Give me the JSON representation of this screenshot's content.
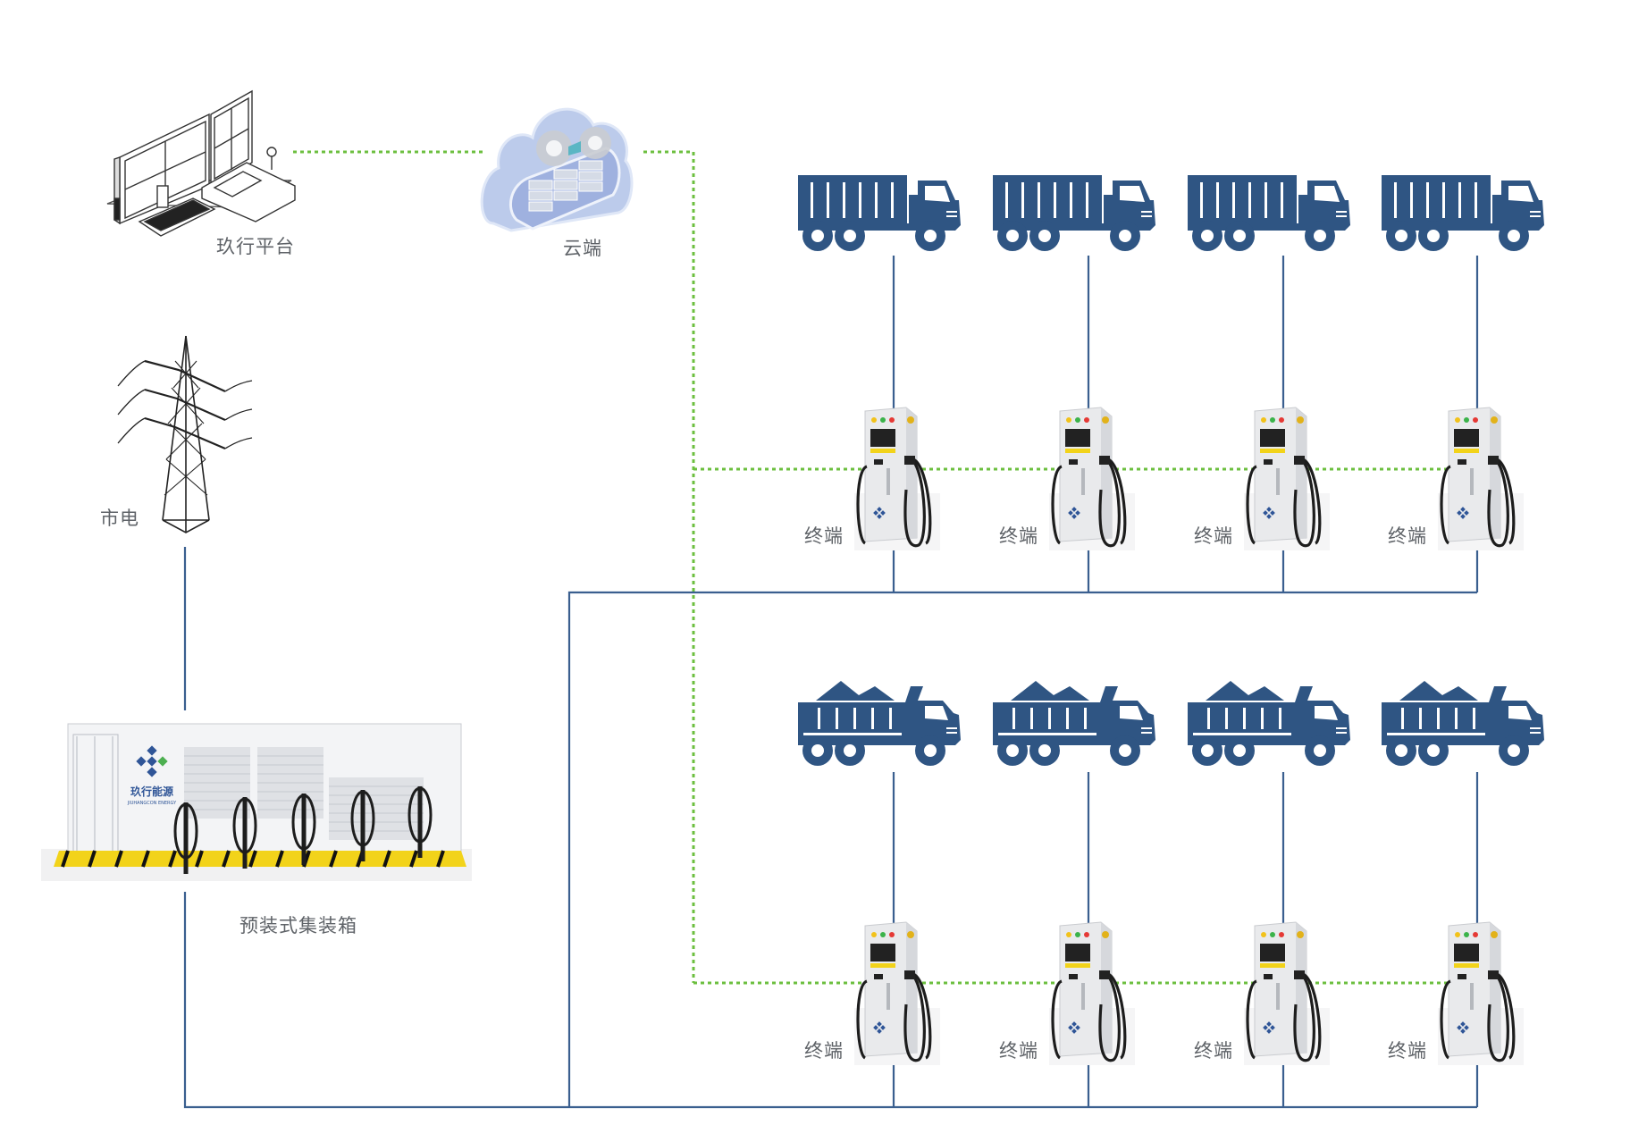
{
  "diagram": {
    "title": "",
    "colors": {
      "power_line": "#3a5f8f",
      "data_line": "#6cbf3f",
      "truck": "#2f5583",
      "label_text": "#5f6368",
      "cloud": "#b9c9ea",
      "charger_body": "#e9eaec"
    },
    "nodes": {
      "platform": {
        "label": "玖行平台",
        "icon": "workstation-icon"
      },
      "cloud": {
        "label": "云端",
        "icon": "cloud-server-icon"
      },
      "grid": {
        "label": "市电",
        "icon": "power-tower-icon"
      },
      "container": {
        "label": "预装式集装箱",
        "icon": "container-icon",
        "brand_cn": "玖行能源",
        "brand_en": "JIUHANGCON ENERGY"
      }
    },
    "terminals": {
      "row1": [
        {
          "label": "终端",
          "vehicle": "box-truck-icon"
        },
        {
          "label": "终端",
          "vehicle": "box-truck-icon"
        },
        {
          "label": "终端",
          "vehicle": "box-truck-icon"
        },
        {
          "label": "终端",
          "vehicle": "box-truck-icon"
        }
      ],
      "row2": [
        {
          "label": "终端",
          "vehicle": "dump-truck-icon"
        },
        {
          "label": "终端",
          "vehicle": "dump-truck-icon"
        },
        {
          "label": "终端",
          "vehicle": "dump-truck-icon"
        },
        {
          "label": "终端",
          "vehicle": "dump-truck-icon"
        }
      ]
    },
    "connections": [
      {
        "from": "platform",
        "to": "cloud",
        "type": "data"
      },
      {
        "from": "cloud",
        "to": "terminals",
        "type": "data"
      },
      {
        "from": "grid",
        "to": "container",
        "type": "power"
      },
      {
        "from": "container",
        "to": "terminals",
        "type": "power"
      },
      {
        "from": "terminals",
        "to": "vehicles",
        "type": "power"
      }
    ]
  }
}
